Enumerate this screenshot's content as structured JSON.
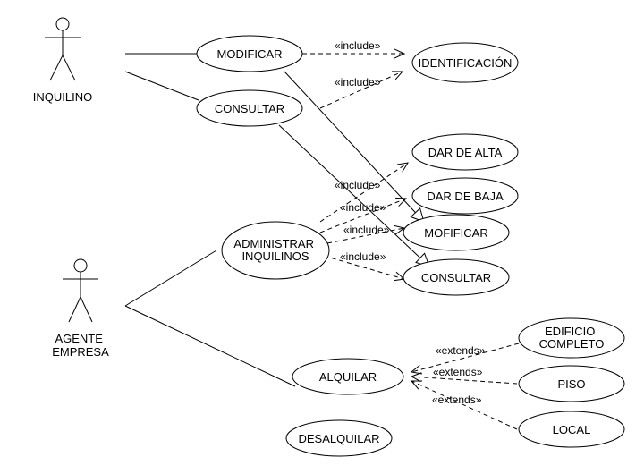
{
  "actors": {
    "inquilino": [
      "INQUILINO"
    ],
    "agente": [
      "AGENTE",
      "EMPRESA"
    ]
  },
  "use_cases": {
    "modificar": [
      "MODIFICAR"
    ],
    "consultar_top": [
      "CONSULTAR"
    ],
    "identificacion": [
      "IDENTIFICACIÓN"
    ],
    "dar_alta": [
      "DAR DE ALTA"
    ],
    "dar_baja": [
      "DAR DE BAJA"
    ],
    "administrar": [
      "ADMINISTRAR",
      "INQUILINOS"
    ],
    "mofificar": [
      "MOFIFICAR"
    ],
    "consultar_bottom": [
      "CONSULTAR"
    ],
    "alquilar": [
      "ALQUILAR"
    ],
    "edificio": [
      "EDIFICIO",
      "COMPLETO"
    ],
    "piso": [
      "PISO"
    ],
    "local": [
      "LOCAL"
    ],
    "desalquilar": [
      "DESALQUILAR"
    ]
  },
  "relations": {
    "include": "«include»",
    "extends": "«extends»"
  }
}
